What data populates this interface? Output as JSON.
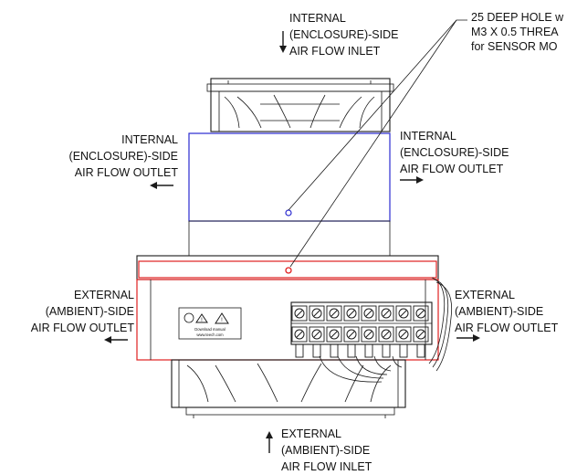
{
  "labels": {
    "top_inlet": [
      "INTERNAL",
      "(ENCLOSURE)-SIDE",
      "AIR FLOW INLET"
    ],
    "left_outlet_internal": [
      "INTERNAL",
      "(ENCLOSURE)-SIDE",
      "AIR FLOW OUTLET"
    ],
    "right_outlet_internal": [
      "INTERNAL",
      "(ENCLOSURE)-SIDE",
      "AIR FLOW OUTLET"
    ],
    "left_outlet_external": [
      "EXTERNAL",
      "(AMBIENT)-SIDE",
      "AIR FLOW OUTLET"
    ],
    "right_outlet_external": [
      "EXTERNAL",
      "(AMBIENT)-SIDE",
      "AIR FLOW OUTLET"
    ],
    "bottom_inlet": [
      "EXTERNAL",
      "(AMBIENT)-SIDE",
      "AIR FLOW INLET"
    ],
    "note": [
      "25 DEEP HOLE w",
      "M3 X 0.5 THREA",
      "for SENSOR MO"
    ]
  },
  "badge": {
    "line1": "Download manual",
    "line2": "www.teech.com"
  },
  "colors": {
    "upper_housing": "#2a2ad0",
    "lower_housing": "#e02020",
    "line": "#1a1a1a"
  }
}
